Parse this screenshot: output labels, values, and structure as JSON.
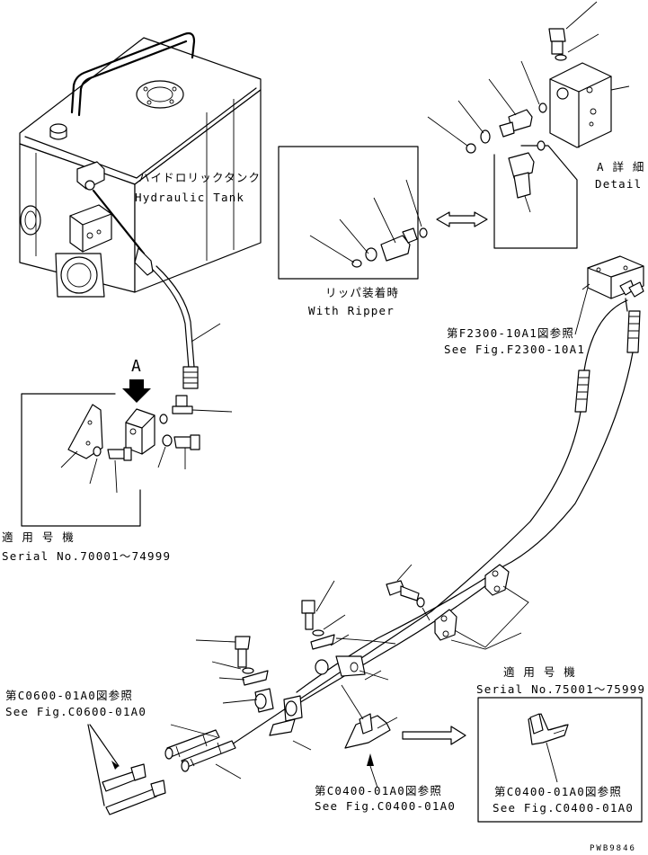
{
  "diagram": {
    "tank_label_jp": "ハイドロリックタンク",
    "tank_label_en": "Hydraulic Tank",
    "view_marker": "A",
    "detail_label_jp": "A 詳 細",
    "detail_label_en": "Detail A",
    "ripper_label_jp": "リッパ装着時",
    "ripper_label_en": "With Ripper",
    "ref_f2300_jp": "第F2300-10A1図参照",
    "ref_f2300_en": "See Fig.F2300-10A1",
    "serial_a_label": "適 用 号 機",
    "serial_a_value": "Serial No.70001～74999",
    "serial_b_label": "適 用 号 機",
    "serial_b_value": "Serial No.75001～75999",
    "ref_c0600_jp": "第C0600-01A0図参照",
    "ref_c0600_en": "See Fig.C0600-01A0",
    "ref_c0400_jp": "第C0400-01A0図参照",
    "ref_c0400_en": "See Fig.C0400-01A0",
    "ref_c0400b_jp": "第C0400-01A0図参照",
    "ref_c0400b_en": "See Fig.C0400-01A0",
    "drawing_code": "PWB9846"
  }
}
